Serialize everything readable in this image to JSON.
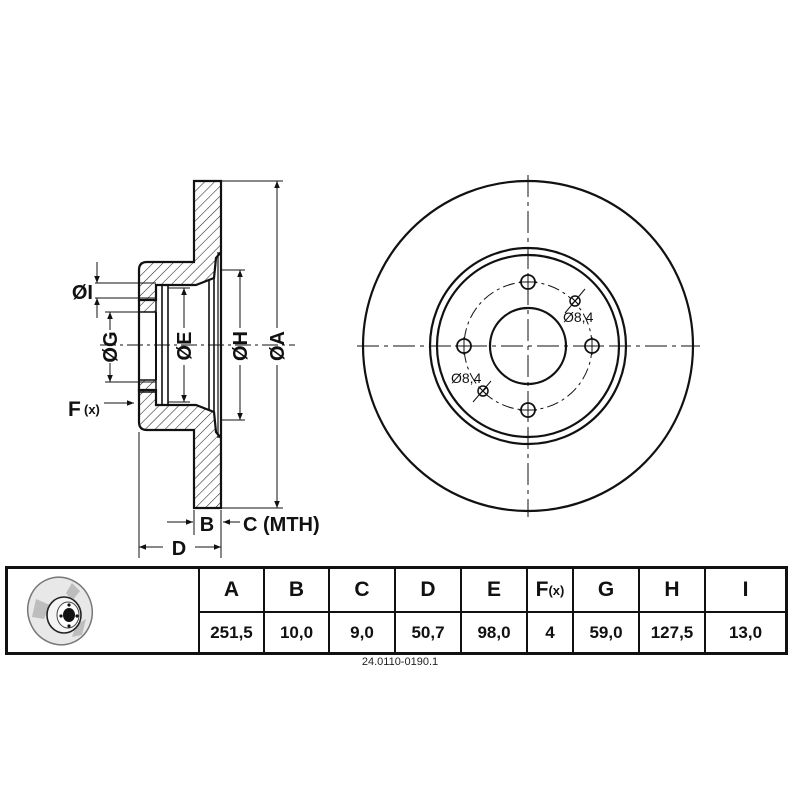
{
  "drawing": {
    "side_view_labels": {
      "dia_I": "ØI",
      "dia_G": "ØG",
      "dia_E": "ØE",
      "dia_H": "ØH",
      "dia_A": "ØA",
      "F": "F",
      "F_sub": "(x)",
      "B": "B",
      "C_mth": "C (MTH)",
      "D": "D"
    },
    "front_view_labels": {
      "hole_upper": "Ø8,4",
      "hole_lower": "Ø8,4"
    },
    "bolt_holes": 4
  },
  "table": {
    "columns": [
      {
        "header": "A",
        "value": "251,5"
      },
      {
        "header": "B",
        "value": "10,0"
      },
      {
        "header": "C",
        "value": "9,0"
      },
      {
        "header": "D",
        "value": "50,7"
      },
      {
        "header": "E",
        "value": "98,0"
      },
      {
        "header": "F",
        "header_sub": "(x)",
        "value": "4"
      },
      {
        "header": "G",
        "value": "59,0"
      },
      {
        "header": "H",
        "value": "127,5"
      },
      {
        "header": "I",
        "value": "13,0"
      }
    ]
  },
  "part_number": "24.0110-0190.1",
  "colors": {
    "line": "#111111",
    "background": "#ffffff",
    "thumb_gray": "#bdbdbd"
  }
}
